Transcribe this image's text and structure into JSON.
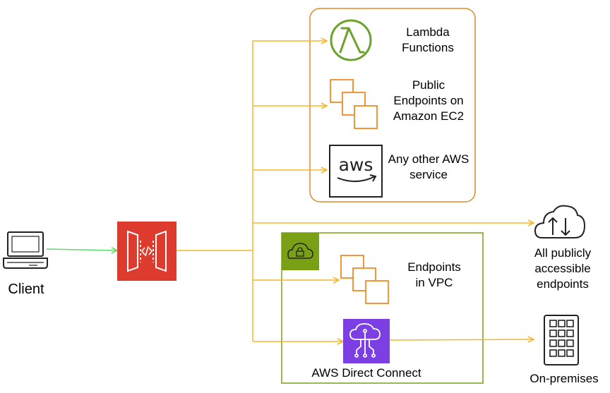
{
  "colors": {
    "connector": "#F6B72B",
    "client_connector": "#5FDB6A",
    "aws_group_border": "#E08A2B",
    "vpc_border": "#7AA116",
    "vpc_badge": "#7AA116",
    "api_gateway": "#DC3B2E",
    "lambda": "#6BA229",
    "ec2": "#F08A24",
    "direct_connect": "#7B3FE4"
  },
  "icons": {
    "client": "laptop-icon",
    "api_gateway": "api-gateway-icon",
    "lambda": "lambda-icon",
    "ec2_public": "ec2-instances-icon",
    "aws": "aws-logo-icon",
    "internet": "cloud-upload-download-icon",
    "vpc": "vpc-lock-icon",
    "ec2_vpc": "ec2-instances-icon",
    "direct_connect": "direct-connect-icon",
    "on_premises": "building-icon"
  },
  "labels": {
    "client": "Client",
    "lambda": "Lambda\nFunctions",
    "ec2_public": "Public\nEndpoints on\nAmazon EC2",
    "aws_other": "Any other AWS\nservice",
    "internet": "All publicly\naccessible\nendpoints",
    "vpc_endpoints": "Endpoints\nin VPC",
    "direct_connect": "AWS Direct Connect",
    "on_premises": "On-premises"
  }
}
